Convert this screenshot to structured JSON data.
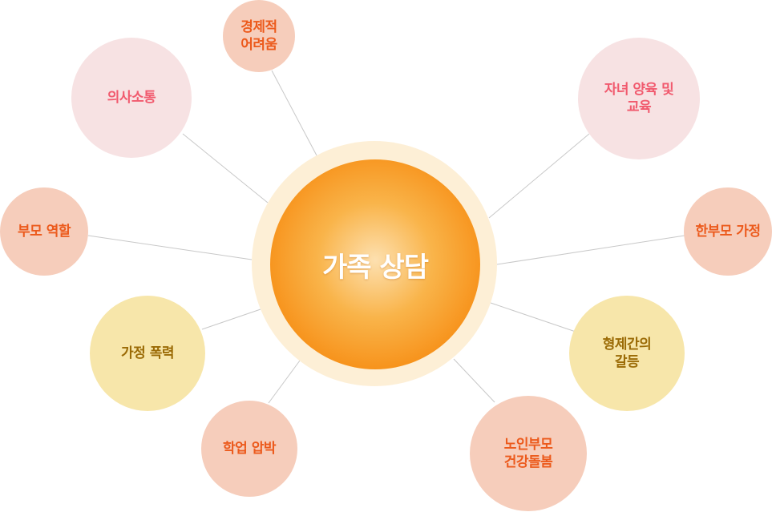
{
  "center": {
    "label": "가족 상담"
  },
  "colors": {
    "pink_fill": "#f7e2e3",
    "pink_text": "#f15a6e",
    "peach_fill": "#f6cdbb",
    "peach_text": "#ec5a1c",
    "yellow_fill": "#f7e6aa",
    "yellow_text": "#9b6b06",
    "center_fill": "#f7931c",
    "center_halo": "#fdefd6",
    "connector": "#c8c8c8"
  },
  "nodes": [
    {
      "id": "economic",
      "label": "경제적\n어려움"
    },
    {
      "id": "communication",
      "label": "의사소통"
    },
    {
      "id": "parent-role",
      "label": "부모 역할"
    },
    {
      "id": "domestic-violence",
      "label": "가정 폭력"
    },
    {
      "id": "academic-pressure",
      "label": "학업 압박"
    },
    {
      "id": "elderly-care",
      "label": "노인부모\n건강돌봄"
    },
    {
      "id": "sibling-conflict",
      "label": "형제간의\n갈등"
    },
    {
      "id": "single-parent",
      "label": "한부모 가정"
    },
    {
      "id": "child-rearing",
      "label": "자녀 양육 및\n교육"
    }
  ]
}
